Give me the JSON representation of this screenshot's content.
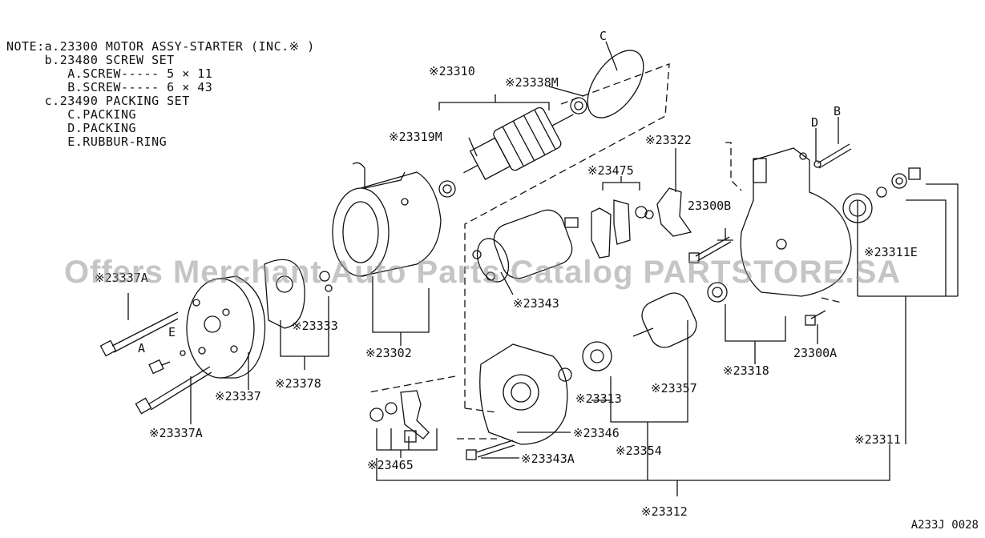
{
  "note": {
    "lines": [
      "NOTE:a.23300 MOTOR ASSY-STARTER (INC.※ )",
      "     b.23480 SCREW SET",
      "        A.SCREW----- 5 × 11",
      "        B.SCREW----- 6 × 43",
      "     c.23490 PACKING SET",
      "        C.PACKING",
      "        D.PACKING",
      "        E.RUBBUR-RING"
    ]
  },
  "labels": {
    "l23310": "※23310",
    "l23338M": "※23338M",
    "lC": "C",
    "l23319M": "※23319M",
    "l23322": "※23322",
    "lD": "D",
    "lB": "B",
    "l23475": "※23475",
    "l23300B": "23300B",
    "l23311E": "※23311E",
    "l23337A_top": "※23337A",
    "l23343": "※23343",
    "l23333": "※23333",
    "lE": "E",
    "lA": "A",
    "l23302": "※23302",
    "l23318": "※23318",
    "l23300A": "23300A",
    "l23378": "※23378",
    "l23337": "※23337",
    "l23313": "※23313",
    "l23357": "※23357",
    "l23337A_bottom": "※23337A",
    "l23346": "※23346",
    "l23311": "※23311",
    "l23343A": "※23343A",
    "l23354": "※23354",
    "l23465": "※23465",
    "l23312": "※23312"
  },
  "watermark": "Offers Merchant Auto Parts Catalog PARTSTORE.SA",
  "reference": "A233J 0028"
}
